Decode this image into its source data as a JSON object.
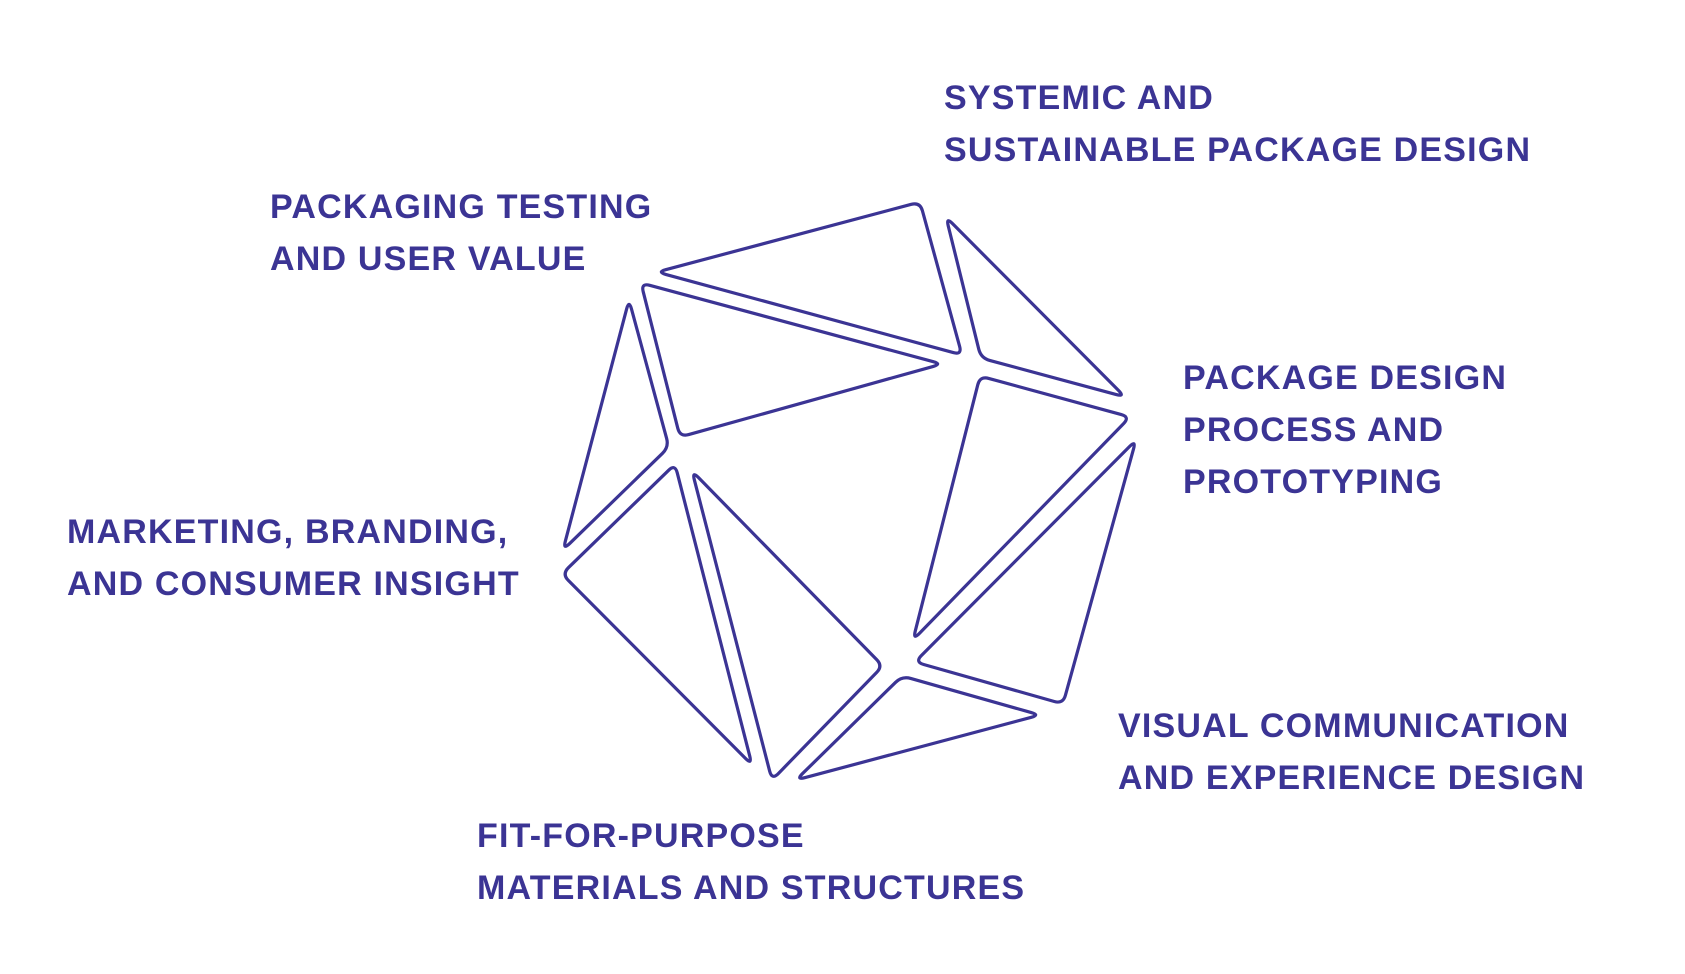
{
  "colors": {
    "accent": "#3b3494",
    "background": "#ffffff"
  },
  "diagram": {
    "shape": "polyhedron-icosahedron-outline",
    "labels": [
      {
        "id": "systemic",
        "lines": [
          "SYSTEMIC AND",
          "SUSTAINABLE PACKAGE DESIGN"
        ]
      },
      {
        "id": "testing",
        "lines": [
          "PACKAGING TESTING",
          "AND USER VALUE"
        ]
      },
      {
        "id": "process",
        "lines": [
          "PACKAGE DESIGN",
          "PROCESS AND",
          "PROTOTYPING"
        ]
      },
      {
        "id": "marketing",
        "lines": [
          "MARKETING, BRANDING,",
          "AND CONSUMER INSIGHT"
        ]
      },
      {
        "id": "visual",
        "lines": [
          "VISUAL COMMUNICATION",
          "AND EXPERIENCE DESIGN"
        ]
      },
      {
        "id": "materials",
        "lines": [
          "FIT-FOR-PURPOSE",
          "MATERIALS AND STRUCTURES"
        ]
      }
    ]
  }
}
